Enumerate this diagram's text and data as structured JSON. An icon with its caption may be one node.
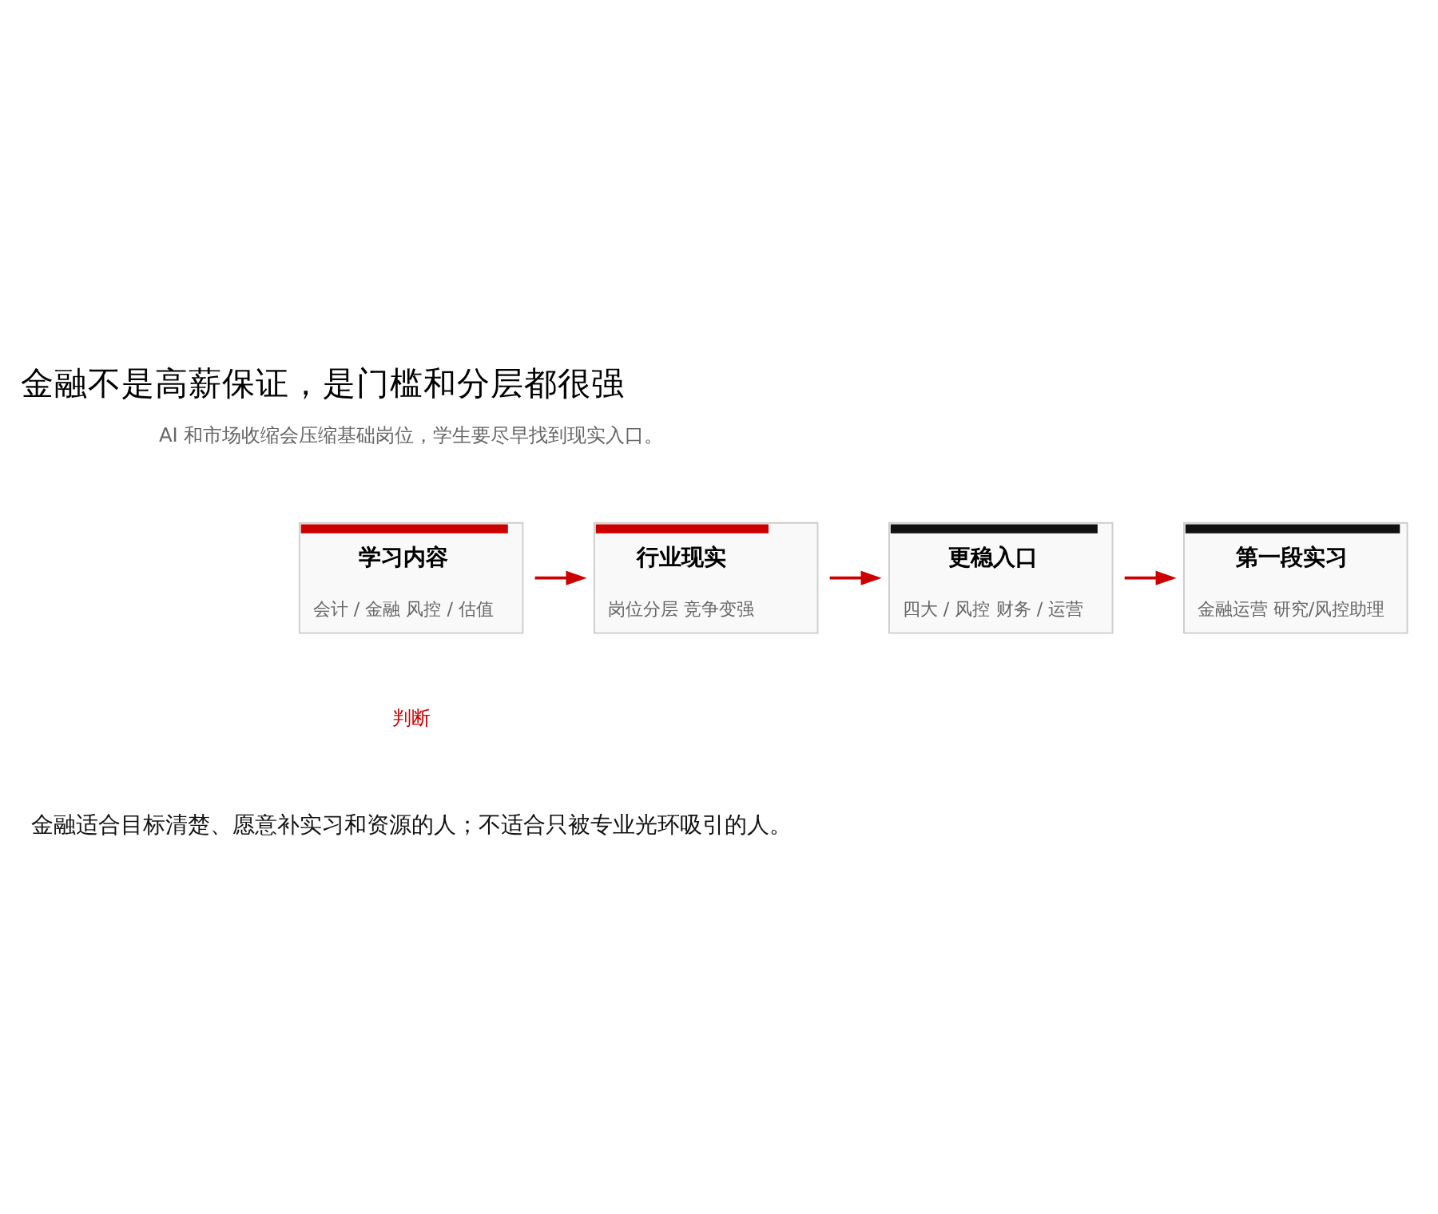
{
  "diagram": {
    "title": "金融不是高薪保证，是门槛和分层都很强",
    "nodes": [
      {
        "text": [
          "学习内容",
          "会计 / 金融 风控 / 估值"
        ]
      },
      {
        "text": [
          "行业现实",
          "岗位分层 竞争变强"
        ]
      },
      {
        "text": [
          "更稳入口",
          "四大 / 风控 财务 / 运营"
        ]
      },
      {
        "text": [
          "第一段实习",
          "金融运营 研究/风控助理"
        ]
      }
    ],
    "edges": [
      {
        "from": 0,
        "to": 1,
        "arrow": "to"
      },
      {
        "from": 1,
        "to": 2,
        "arrow": "to"
      },
      {
        "from": 2,
        "to": 3,
        "arrow": "to"
      }
    ],
    "labels": [
      "AI 和市场收缩会压缩基础岗位，学生要尽早找到现实入口。",
      "判断",
      "金融适合目标清楚、愿意补实习和资源的人；不适合只被专业光环吸引的人。"
    ]
  }
}
